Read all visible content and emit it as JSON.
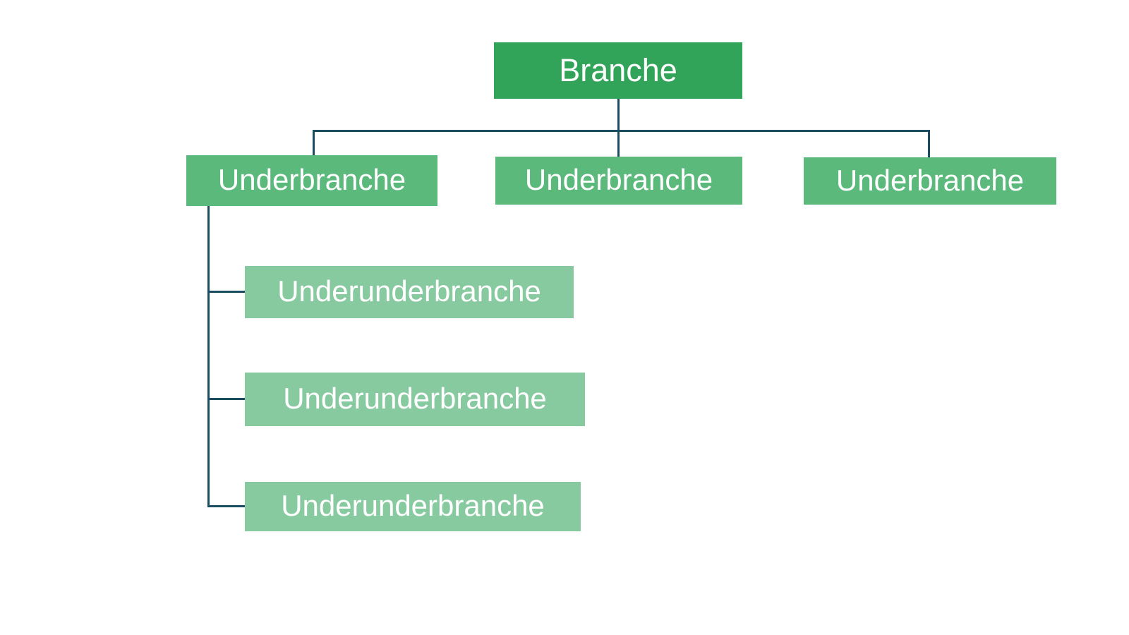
{
  "diagram": {
    "type": "hierarchy",
    "colors": {
      "level1": "#31a45a",
      "level2": "#5bb97c",
      "level3": "#88caa0",
      "connector": "#1a4d61",
      "text": "#ffffff",
      "background": "#ffffff"
    },
    "root": {
      "label": "Branche"
    },
    "children": [
      {
        "label": "Underbranche",
        "children": [
          {
            "label": "Underunderbranche"
          },
          {
            "label": "Underunderbranche"
          },
          {
            "label": "Underunderbranche"
          }
        ]
      },
      {
        "label": "Underbranche",
        "children": []
      },
      {
        "label": "Underbranche",
        "children": []
      }
    ]
  }
}
